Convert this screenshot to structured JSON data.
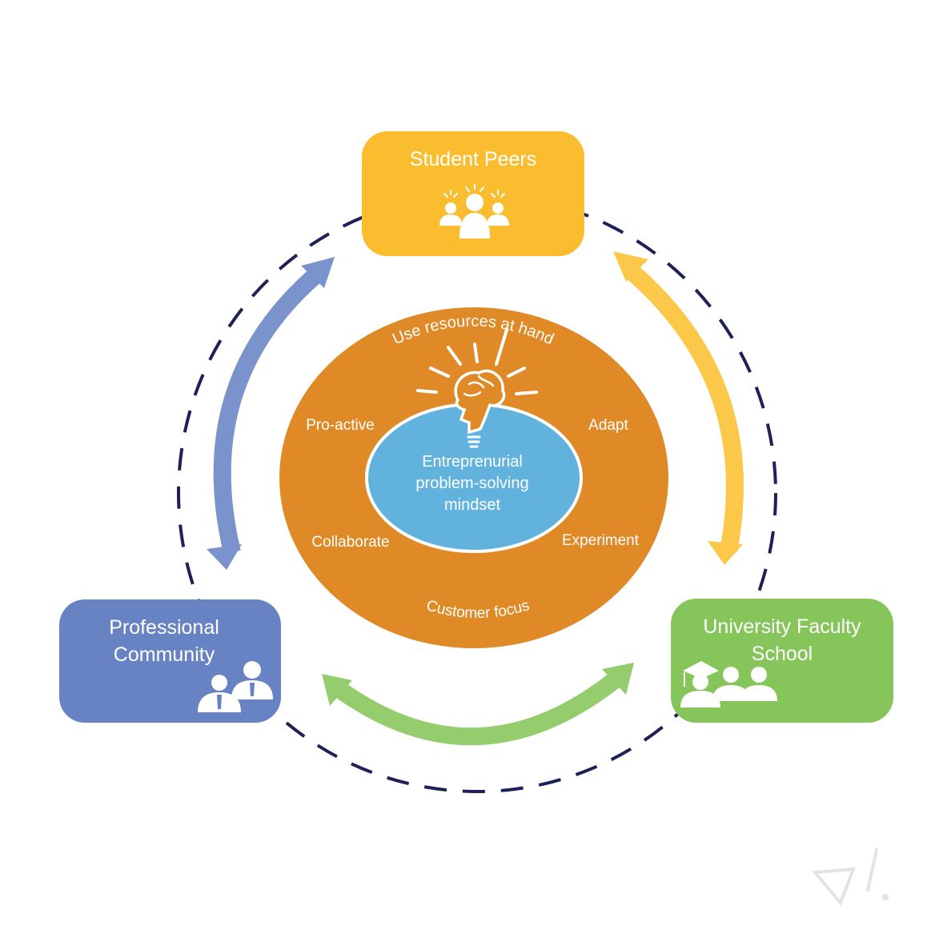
{
  "nodes": {
    "student_peers": {
      "label": "Student Peers",
      "color": "#FBBD30",
      "icon": "group-ideas-icon"
    },
    "professional_community": {
      "line1": "Professional",
      "line2": "Community",
      "color": "#6783C3",
      "icon": "business-people-icon"
    },
    "university": {
      "line1": "University Faculty",
      "line2": "School",
      "color": "#86C55A",
      "icon": "graduates-icon"
    }
  },
  "center": {
    "line1": "Entreprenurial",
    "line2": "problem-solving",
    "line3": "mindset",
    "inner_color": "#62B2DE",
    "outer_color": "#E08A27",
    "icon": "brain-lightbulb-icon"
  },
  "traits": {
    "top": "Use resources at hand",
    "pro_active": "Pro-active",
    "adapt": "Adapt",
    "collaborate": "Collaborate",
    "experiment": "Experiment",
    "bottom": "Customer focus"
  },
  "arrows": {
    "left_color": "#7A93CD",
    "right_color": "#FCC84A",
    "bottom_color": "#94CC6E"
  },
  "ring_color": "#1E2157"
}
